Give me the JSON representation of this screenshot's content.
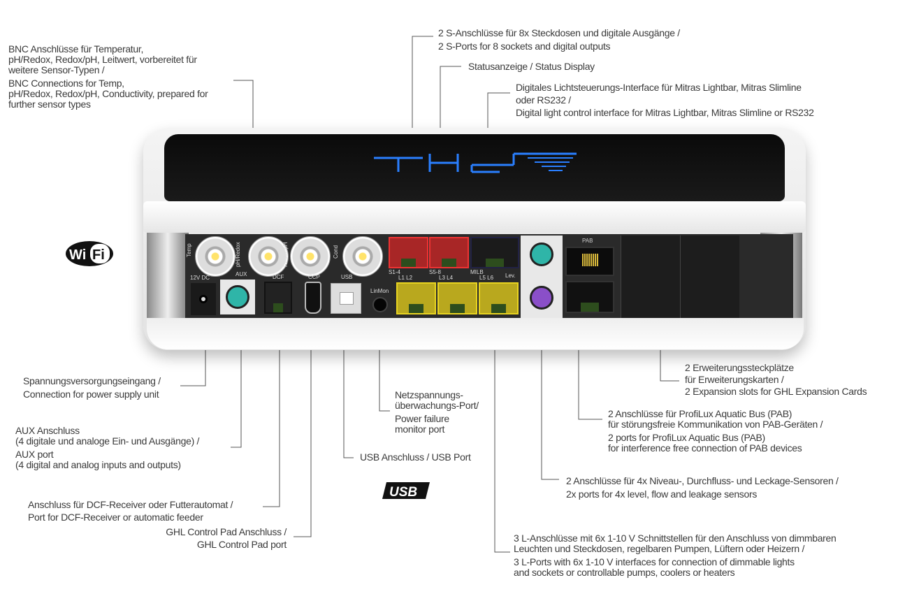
{
  "annotations": {
    "bnc": {
      "de": [
        "BNC Anschlüsse für Temperatur,",
        "pH/Redox, Redox/pH, Leitwert, vorbereitet für",
        "weitere Sensor-Typen /"
      ],
      "en": [
        "BNC Connections for Temp,",
        "pH/Redox, Redox/pH, Conductivity, prepared for",
        "further sensor types"
      ]
    },
    "s_ports": [
      "2 S-Anschlüsse für 8x Steckdosen und digitale Ausgänge /",
      "2 S-Ports for 8 sockets and digital outputs"
    ],
    "status": "Statusanzeige / Status Display",
    "light": [
      "Digitales Lichtsteuerungs-Interface für Mitras Lightbar, Mitras Slimline",
      "oder RS232 /",
      "Digital light control interface for Mitras Lightbar, Mitras Slimline or RS232"
    ],
    "power": [
      "Spannungsversorgungseingang /",
      "Connection for power supply unit"
    ],
    "aux": [
      "AUX Anschluss",
      "(4 digitale und analoge Ein- und Ausgänge) /",
      "AUX port",
      "(4 digital and analog inputs and outputs)"
    ],
    "dcf": [
      "Anschluss für DCF-Receiver oder Futterautomat /",
      "Port for DCF-Receiver or automatic feeder"
    ],
    "ccp": [
      "GHL Control Pad Anschluss /",
      "GHL Control Pad port"
    ],
    "usb": "USB Anschluss / USB Port",
    "linmon": [
      "Netzspannungs-",
      "überwachungs-Port/",
      "Power failure",
      "monitor port"
    ],
    "l_ports": [
      "3 L-Anschlüsse mit 6x 1-10 V Schnittstellen für den Anschluss von dimmbaren",
      "Leuchten und Steckdosen, regelbaren Pumpen, Lüftern oder Heizern /",
      "3 L-Ports with 6x 1-10 V interfaces for connection of dimmable lights",
      "and sockets or controllable pumps, coolers or heaters"
    ],
    "level": [
      "2 Anschlüsse für 4x Niveau-, Durchfluss- und Leckage-Sensoren /",
      "2x ports for 4x level, flow and leakage sensors"
    ],
    "pab": [
      "2 Anschlüsse für ProfiLux Aquatic Bus (PAB)",
      "für störungsfreie Kommunikation von PAB-Geräten /",
      "2 ports for ProfiLux Aquatic Bus (PAB)",
      "for interference free connection of PAB devices"
    ],
    "expansion": [
      "2 Erweiterungssteckplätze",
      "für Erweiterungskarten /",
      "2 Expansion slots for GHL Expansion Cards"
    ]
  },
  "device_labels": {
    "temp": "Temp",
    "ph_redox": "pH/Redox",
    "redox_ph": "Redox/pH",
    "cond": "Cond",
    "dc": "12V DC",
    "aux": "AUX",
    "dcf": "DCF",
    "ccp": "CCP",
    "usb": "USB",
    "linmon": "LinMon",
    "s14": "S1-4",
    "s58": "S5-8",
    "milb": "MILB",
    "lev": "Lev.",
    "l12": "L1 L2",
    "l34": "L3 L4",
    "l56": "L5 L6",
    "pab": "PAB"
  },
  "logos": {
    "wifi": "WiFi",
    "usb": "USB"
  },
  "colors": {
    "s_port": "#d83030",
    "l_port": "#d8c520",
    "ps2_teal": "#2fb5a8",
    "ps2_purple": "#8a4fc8",
    "status_blue": "#2a7fff"
  }
}
